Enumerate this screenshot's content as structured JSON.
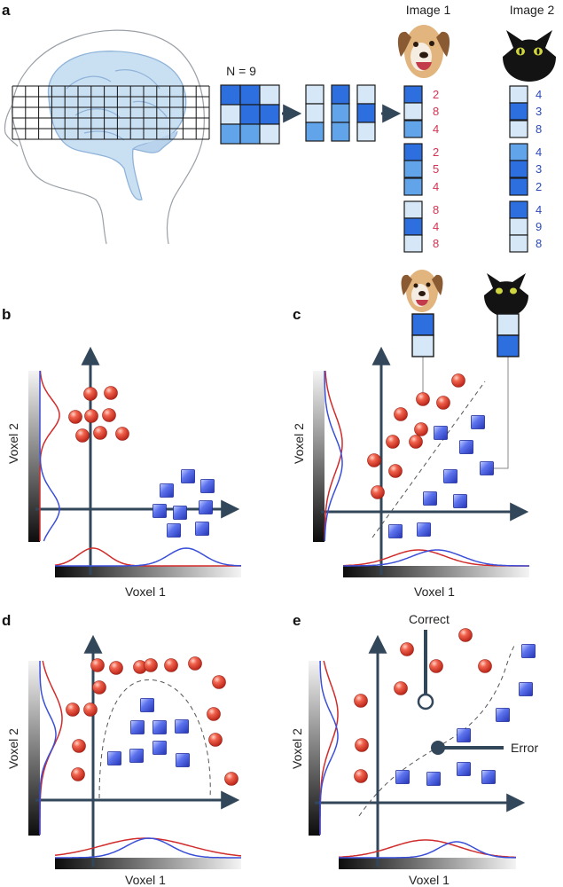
{
  "panels": {
    "a": {
      "label": "a",
      "n_label": "N = 9",
      "image1_title": "Image 1",
      "image2_title": "Image 2",
      "image1_values": [
        "2",
        "8",
        "4",
        "2",
        "5",
        "4",
        "8",
        "4",
        "8"
      ],
      "image2_values": [
        "4",
        "3",
        "8",
        "4",
        "3",
        "2",
        "4",
        "9",
        "8"
      ],
      "image1_icon": "dog-face-icon",
      "image2_icon": "black-cat-face-icon"
    },
    "b": {
      "label": "b",
      "xlabel": "Voxel 1",
      "ylabel": "Voxel 2"
    },
    "c": {
      "label": "c",
      "xlabel": "Voxel 1",
      "ylabel": "Voxel 2"
    },
    "d": {
      "label": "d",
      "xlabel": "Voxel 1",
      "ylabel": "Voxel 2"
    },
    "e": {
      "label": "e",
      "xlabel": "Voxel 1",
      "ylabel": "Voxel 2",
      "correct_label": "Correct",
      "error_label": "Error"
    }
  },
  "colors": {
    "red_class": "#e0463a",
    "blue_class": "#3f5ee0",
    "axis": "#33475b",
    "voxel_dark": "#2e6fe0",
    "voxel_mid": "#62a4ea",
    "voxel_light": "#d6e8f8",
    "red_number": "#d6324f",
    "blue_number": "#2a4ab8"
  }
}
